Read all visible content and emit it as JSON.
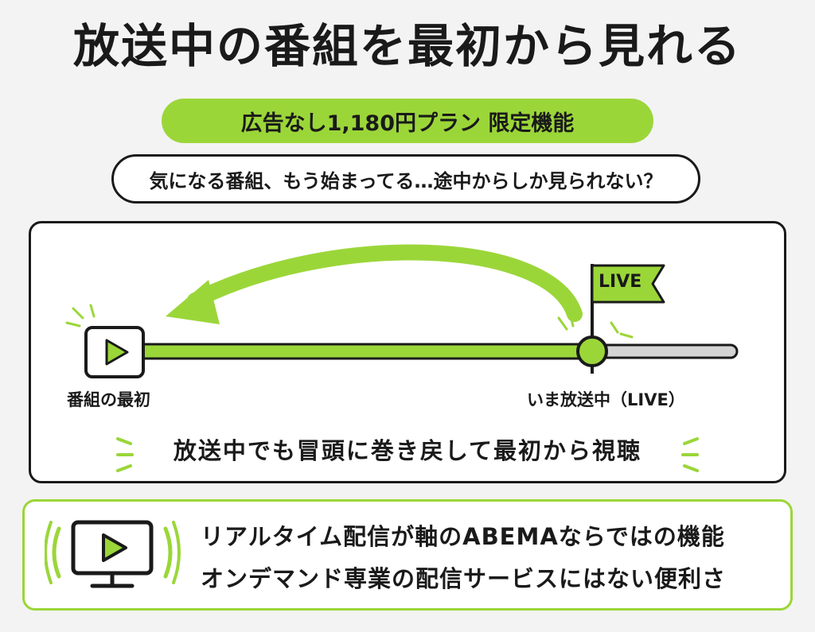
{
  "title": "放送中の番組を最初から見れる",
  "plan_badge": "広告なし1,180円プラン 限定機能",
  "speech_bubble": "気になる番組、もう始まってる…途中からしか見られない？",
  "timeline": {
    "start_label": "番組の最初",
    "live_label": "いま放送中（LIVE）",
    "flag_text": "LIVE"
  },
  "caption": "放送中でも冒頭に巻き戻して最初から視聴",
  "bottom": {
    "line1": "リアルタイム配信が軸のABEMAならではの機能",
    "line2": "オンデマンド専業の配信サービスにはない便利さ"
  },
  "colors": {
    "accent": "#9bd639",
    "text": "#1a1a1a",
    "background": "#f3f3f3"
  },
  "icons": {
    "start": "play-icon",
    "bottom": "tv-play-icon"
  }
}
